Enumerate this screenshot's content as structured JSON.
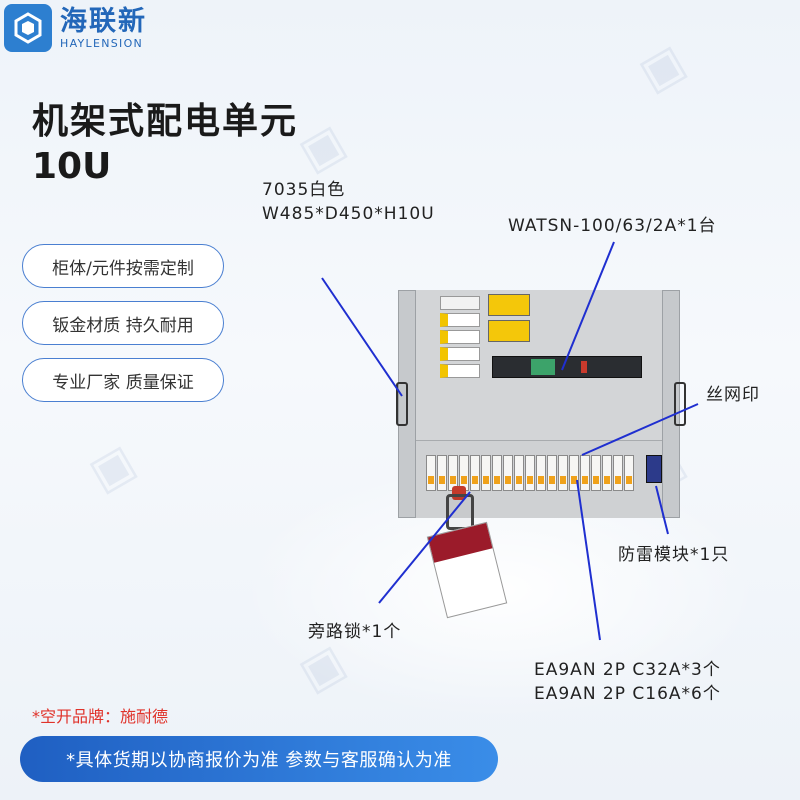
{
  "brand": {
    "name_cn": "海联新",
    "name_en": "HAYLENSION"
  },
  "product": {
    "title": "机架式配电单元",
    "height_label": "10U"
  },
  "features": [
    "柜体/元件按需定制",
    "钣金材质 持久耐用",
    "专业厂家 质量保证"
  ],
  "annotations": {
    "color": "7035白色",
    "dimensions": "W485*D450*H10U",
    "ats": "WATSN-100/63/2A*1台",
    "silkscreen": "丝网印",
    "spd": "防雷模块*1只",
    "bypass_lock": "旁路锁*1个",
    "breaker_32a": "EA9AN 2P C32A*3个",
    "breaker_16a": "EA9AN 2P C16A*6个"
  },
  "footer": {
    "brand_note": "*空开品牌：施耐德",
    "banner": "*具体货期以协商报价为准 参数与客服确认为准"
  },
  "colors": {
    "accent": "#2d7fd0",
    "annotation_line": "#1f2fd0",
    "note_red": "#e0322a"
  }
}
